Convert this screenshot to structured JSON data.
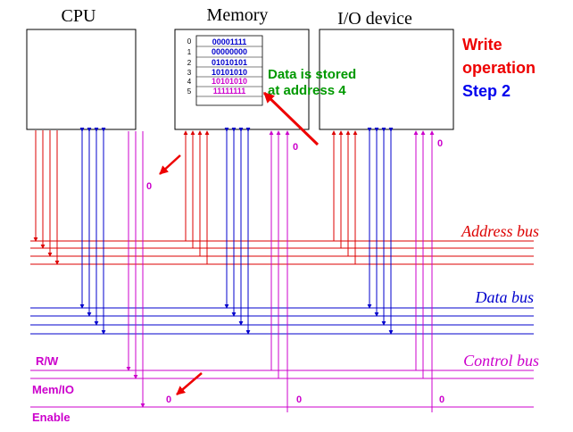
{
  "components": {
    "cpu": "CPU",
    "memory": "Memory",
    "io": "I/O device"
  },
  "memory_rows": [
    {
      "addr": "0",
      "value": "00001111"
    },
    {
      "addr": "1",
      "value": "00000000"
    },
    {
      "addr": "2",
      "value": "01010101"
    },
    {
      "addr": "3",
      "value": "10101010"
    },
    {
      "addr": "4",
      "value": "10101010"
    },
    {
      "addr": "5",
      "value": "11111111"
    }
  ],
  "annotation": {
    "line1": "Data is stored",
    "line2": "at address 4"
  },
  "status": {
    "operation_line1": "Write",
    "operation_line2": "operation",
    "step": "Step 2"
  },
  "buses": {
    "address": "Address bus",
    "data": "Data bus",
    "control": "Control bus"
  },
  "control_lines": {
    "rw": "R/W",
    "memio": "Mem/IO",
    "enable": "Enable"
  },
  "signal_values": {
    "io_enable_top": "0",
    "mem_enable_top": "0",
    "cpu_rw": "0",
    "memio_out": "0",
    "mem_enable_bottom": "0",
    "io_enable_bottom": "0"
  },
  "colors": {
    "address": "#dd0000",
    "data": "#0000cc",
    "control": "#cc00cc",
    "annotation": "#009900",
    "write": "#ee0000",
    "step": "#0000ee"
  }
}
